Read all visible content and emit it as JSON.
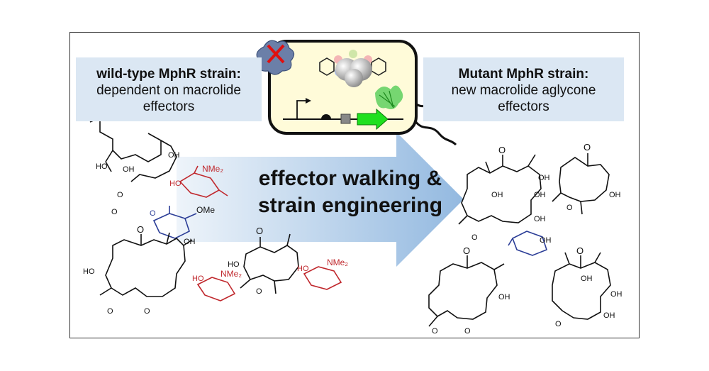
{
  "left_label": {
    "title": "wild-type MphR strain:",
    "line1": "dependent on macrolide",
    "line2": "effectors"
  },
  "right_label": {
    "title": "Mutant MphR strain:",
    "line1": "new macrolide aglycone",
    "line2": "effectors"
  },
  "center_arrow": {
    "line1": "effector walking &",
    "line2": "strain engineering"
  },
  "chem_labels": {
    "carbonyl_o": "O",
    "hydroxyl": "OH",
    "hydroxyl_left": "HO",
    "nme2": "NMe₂",
    "ome": "OMe",
    "ring_o": "O"
  },
  "colors": {
    "panel_bg": "#dbe7f3",
    "arrow_gradient_start": "#e8f0f8",
    "arrow_gradient_end": "#9fc0e3",
    "sugar_red": "#c0282d",
    "sugar_blue": "#2c3e97",
    "cell_fill": "#fffbd9",
    "gfp_green": "#1fe01f"
  }
}
